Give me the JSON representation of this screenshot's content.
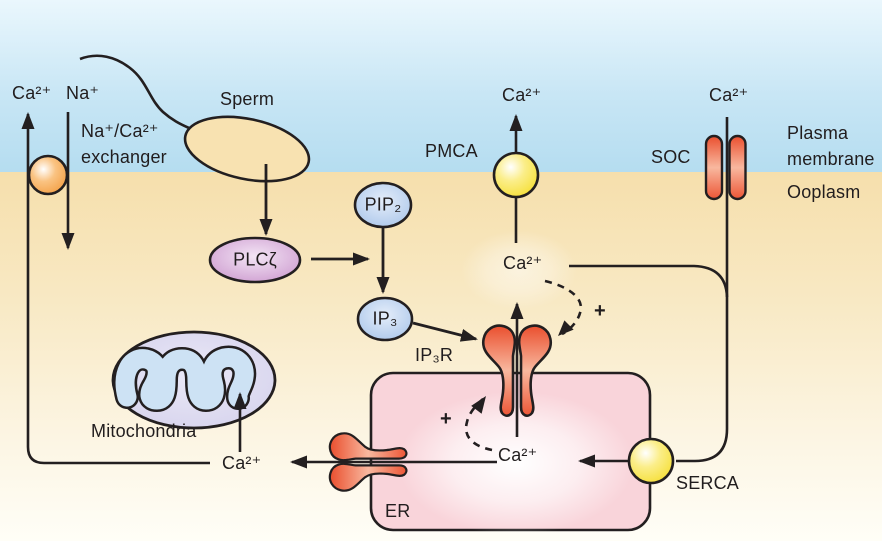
{
  "regions": {
    "plasma_membrane_line1": "Plasma",
    "plasma_membrane_line2": "membrane",
    "ooplasm": "Ooplasm"
  },
  "labels": {
    "sperm": "Sperm",
    "exchanger_line1": "Na⁺/Ca²⁺",
    "exchanger_line2": "exchanger",
    "plcz": "PLCζ",
    "pip2": "PIP₂",
    "ip3": "IP₃",
    "ip3r": "IP₃R",
    "pmca": "PMCA",
    "soc": "SOC",
    "serca": "SERCA",
    "mitochondria": "Mitochondria",
    "er": "ER"
  },
  "ions": {
    "ca_efflux_left": "Ca²⁺",
    "na_influx": "Na⁺",
    "ca_pmca_efflux": "Ca²⁺",
    "ca_soc_influx": "Ca²⁺",
    "ca_cytosolic": "Ca²⁺",
    "ca_released": "Ca²⁺",
    "ca_er_lumen": "Ca²⁺",
    "plus_cytosolic": "+",
    "plus_er": "+"
  },
  "colors": {
    "membrane_blue_top": "#e9f6fc",
    "membrane_blue_bottom": "#b5ddf0",
    "ooplasm_top": "#f6dfac",
    "ooplasm_bottom": "#fffef7",
    "er_pink": "#f9d4da",
    "channel_red": "#ec5132",
    "pump_yellow": "#f5dd2b",
    "exchanger_orange": "#f2993a",
    "messenger_blue": "#a3c1e8",
    "plcz_purple": "#c993cb",
    "mito_lavender": "#d8d5ee",
    "mito_cristae_blue": "#cde2f4",
    "sperm_cream": "#f8e2b1",
    "outline_dark": "#231f20"
  }
}
